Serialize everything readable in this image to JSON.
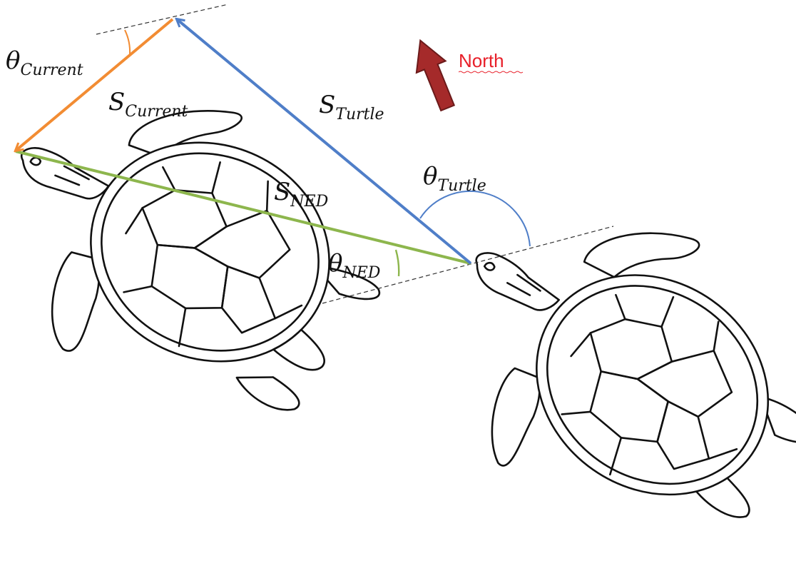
{
  "compass": {
    "label": "North",
    "arrow_color": "#a52a2a",
    "label_color": "#e8202a"
  },
  "vectors": {
    "current": {
      "symbol": "S",
      "subscript": "Current",
      "color": "#f28c33"
    },
    "turtle": {
      "symbol": "S",
      "subscript": "Turtle",
      "color": "#4f7ec8"
    },
    "ned": {
      "symbol": "S",
      "subscript": "NED",
      "color": "#8db64d"
    }
  },
  "angles": {
    "current": {
      "symbol": "θ",
      "subscript": "Current",
      "color": "#f28c33"
    },
    "turtle": {
      "symbol": "θ",
      "subscript": "Turtle",
      "color": "#4f7ec8"
    },
    "ned": {
      "symbol": "θ",
      "subscript": "NED",
      "color": "#8db64d"
    }
  },
  "reference_line_color": "#333333"
}
